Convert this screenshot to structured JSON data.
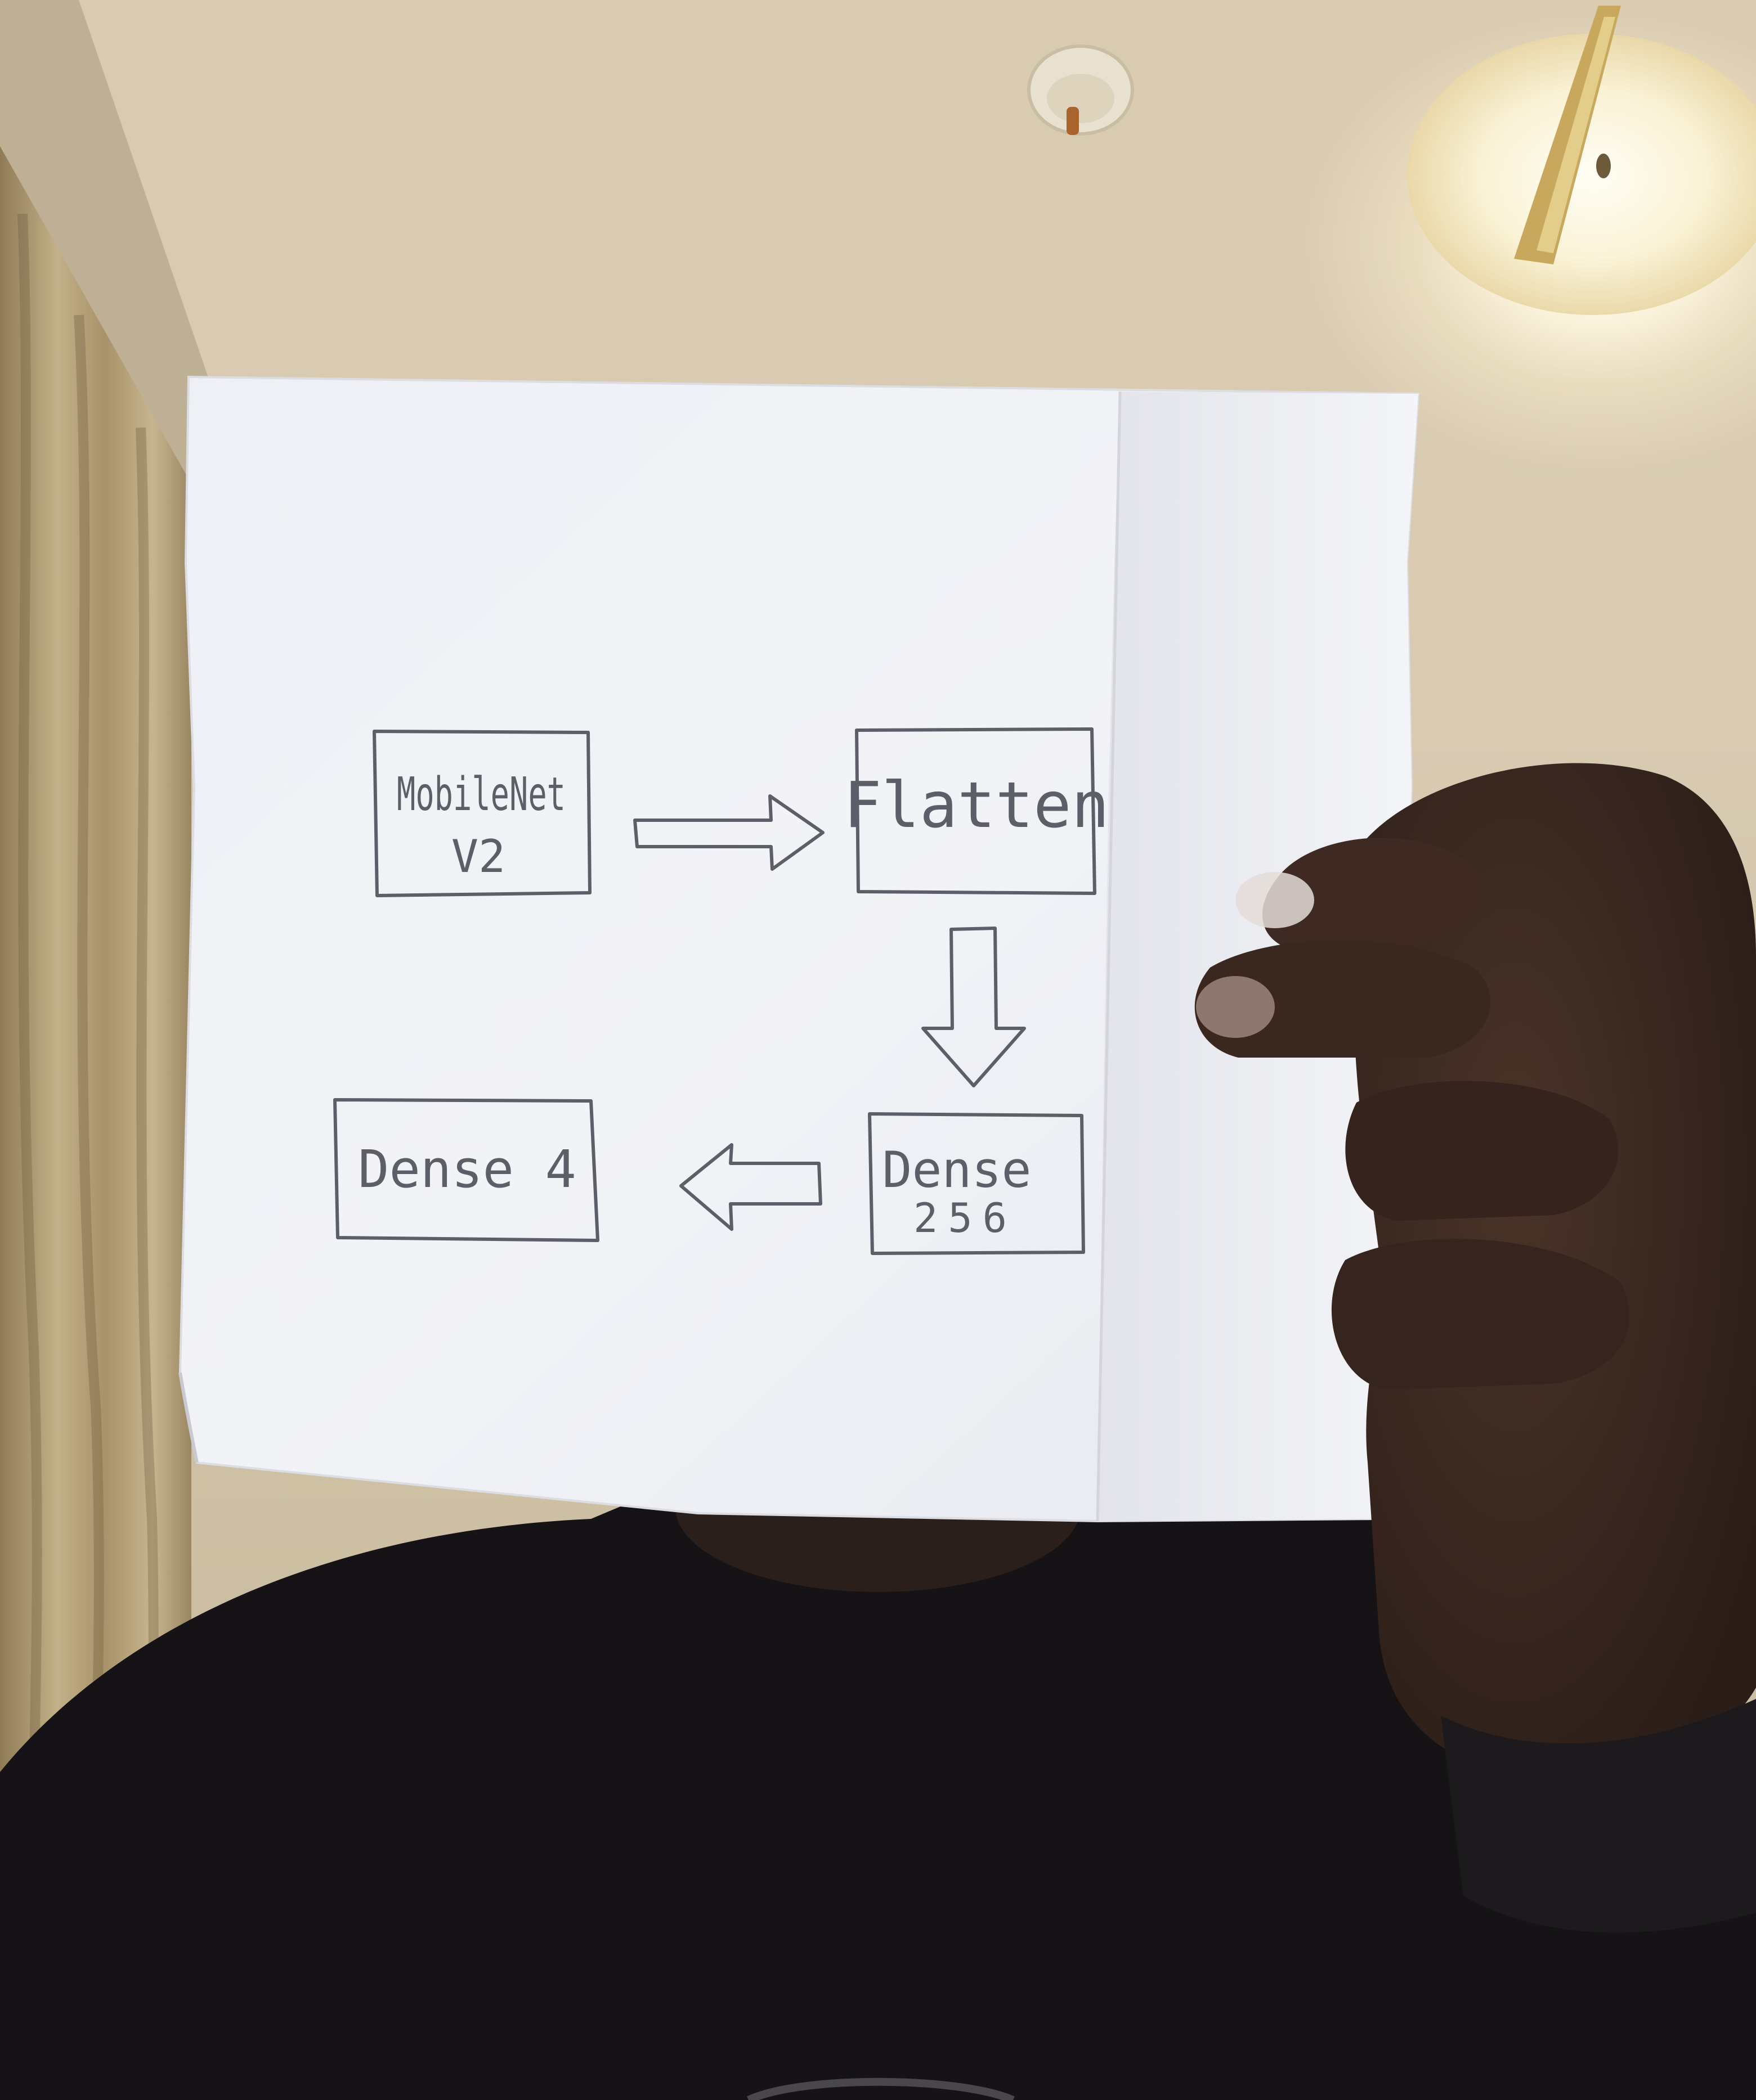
{
  "diagram": {
    "nodes": [
      {
        "id": "mobilenet",
        "lines": [
          "MobileNet",
          "V2"
        ]
      },
      {
        "id": "flatten",
        "lines": [
          "Flatten"
        ]
      },
      {
        "id": "dense256",
        "lines": [
          "Dense",
          "256"
        ]
      },
      {
        "id": "dense4",
        "lines": [
          "Dense 4"
        ]
      }
    ],
    "edges": [
      {
        "from": "mobilenet",
        "to": "flatten",
        "direction": "right"
      },
      {
        "from": "flatten",
        "to": "dense256",
        "direction": "down"
      },
      {
        "from": "dense256",
        "to": "dense4",
        "direction": "left"
      }
    ]
  },
  "colors": {
    "paper": "#f1f2f6",
    "pencil": "#5c5f68",
    "ceiling": "#d8cbb2",
    "curtain": "#b7a47c",
    "shirt": "#151315",
    "skin": "#3d2a22"
  }
}
